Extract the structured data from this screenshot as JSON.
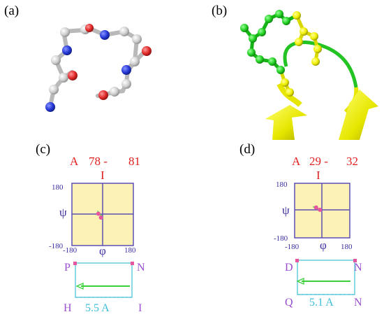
{
  "panels": {
    "a": {
      "label": "(a)"
    },
    "b": {
      "label": "(b)"
    },
    "c": {
      "label": "(c)",
      "chain": "A",
      "range_start": "78 -",
      "range_end": "81",
      "central_residue": "I",
      "ramachandran": {
        "phi_label": "φ",
        "psi_label": "ψ",
        "tick_min": "-180",
        "tick_max": "180",
        "points": [
          {
            "phi": -25,
            "psi": 4,
            "color": "#e8559f"
          },
          {
            "phi": -10,
            "psi": -18,
            "color": "#e8559f"
          }
        ],
        "arrow": {
          "from": [
            -30,
            20
          ],
          "to": [
            -5,
            -10
          ],
          "color": "#3ad03a"
        }
      },
      "hbond": {
        "top_left": "P",
        "top_right": "N",
        "bottom_left": "H",
        "bottom_right": "I",
        "distance": "5.5 A"
      }
    },
    "d": {
      "label": "(d)",
      "chain": "A",
      "range_start": "29 -",
      "range_end": "32",
      "central_residue": "I",
      "ramachandran": {
        "phi_label": "φ",
        "psi_label": "ψ",
        "tick_min": "-180",
        "tick_max": "180",
        "points": [
          {
            "phi": -40,
            "psi": 20,
            "color": "#e8559f"
          },
          {
            "phi": -15,
            "psi": 5,
            "color": "#e8559f"
          }
        ],
        "arrow": {
          "from": [
            -60,
            25
          ],
          "to": [
            -20,
            10
          ],
          "color": "#3ad03a"
        }
      },
      "hbond": {
        "top_left": "D",
        "top_right": "N",
        "bottom_left": "Q",
        "bottom_right": "N",
        "distance": "5.1 A"
      }
    }
  },
  "colors": {
    "residue_range": "#e02020",
    "axis_text": "#3a2fa0",
    "plot_fill": "#fdf2b5",
    "plot_line": "#5b4fb5",
    "marker": "#e8559f",
    "arrow": "#3ad03a",
    "hbond_box": "#66ccdd",
    "hbond_text": "#9b4fd0",
    "distance_text": "#3cbedb",
    "carbon": "#cccccc",
    "nitrogen": "#2538d6",
    "oxygen": "#e02828",
    "strand_green": "#22d022",
    "strand_yellow": "#f2f200"
  }
}
